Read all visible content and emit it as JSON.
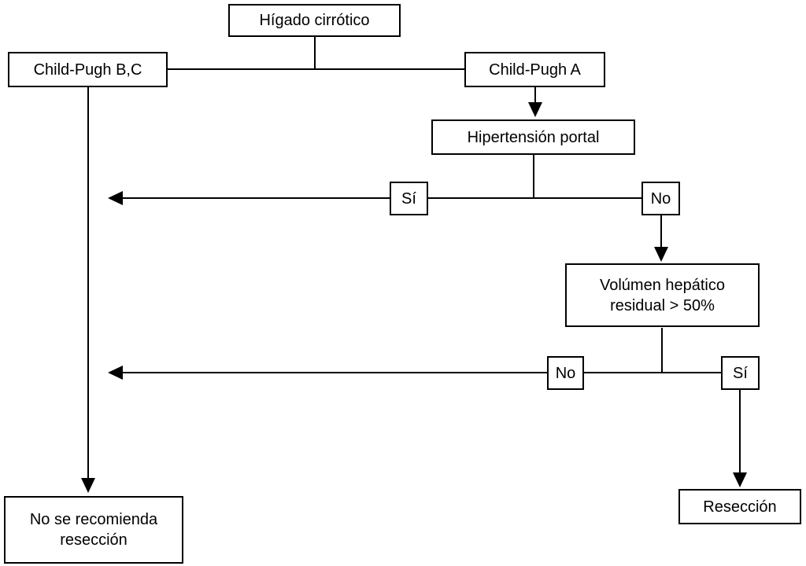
{
  "diagram": {
    "nodes": {
      "higado": "Hígado cirrótico",
      "child_bc": "Child-Pugh B,C",
      "child_a": "Child-Pugh A",
      "hipertension": "Hipertensión portal",
      "volumen": "Volúmen hepático residual > 50%",
      "reseccion": "Resección",
      "no_reseccion": "No se recomienda resección"
    },
    "decision_labels": {
      "row1_si": "Sí",
      "row1_no": "No",
      "row2_no": "No",
      "row2_si": "Sí"
    },
    "colors": {
      "line": "#000000",
      "background": "#ffffff"
    }
  }
}
